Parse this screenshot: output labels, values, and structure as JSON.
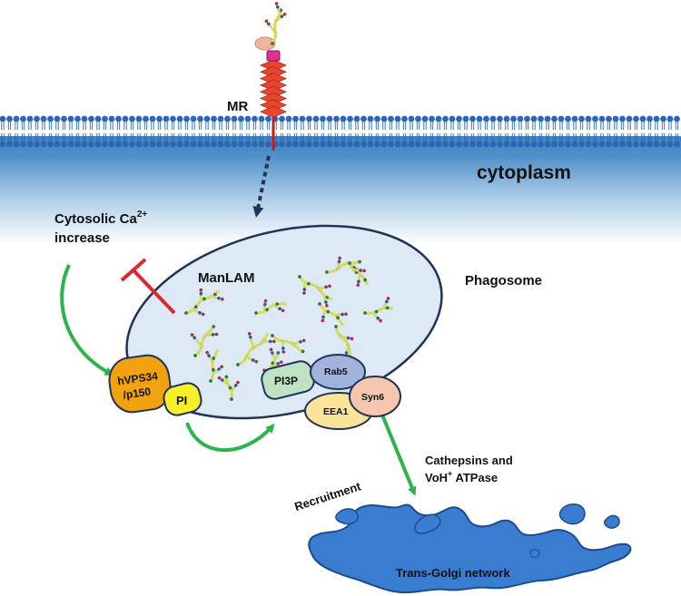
{
  "labels": {
    "receptor": "MR",
    "cytoplasm": "cytoplasm",
    "calcium_line1": "Cytosolic Ca",
    "calcium_superscript": "2+",
    "calcium_line2": "increase",
    "manlam": "ManLAM",
    "phagosome": "Phagosome",
    "hvps34_line1": "hVPS34",
    "hvps34_line2": "/p150",
    "pi": "PI",
    "pi3p": "PI3P",
    "rab5": "Rab5",
    "eea1": "EEA1",
    "syn6": "Syn6",
    "recruitment": "Recruitment",
    "cathepsins_line1": "Cathepsins and",
    "cathepsins_line2_a": "VoH",
    "cathepsins_superscript": "+",
    "cathepsins_line2_b": " ATPase",
    "golgi": "Trans-Golgi network"
  },
  "colors": {
    "membrane_lipid": "#2a66b3",
    "cytoplasm_top": "#3e82bf",
    "cytoplasm_bottom": "#ffffff",
    "phagosome_fill": "#dde9f5",
    "phagosome_stroke": "#1f3457",
    "receptor": "#e9452e",
    "receptor_stalk": "#cc1a1a",
    "dotted_arrow": "#1f3457",
    "inhibit": "#e3262c",
    "green_arrow": "#2db54c",
    "hvps34": "#f2a20f",
    "pi": "#f6ef2a",
    "pi3p": "#bfe3c2",
    "rab5": "#9fb3dc",
    "eea1": "#fbe39a",
    "syn6": "#f6c7ae",
    "golgi": "#3a7cd0"
  },
  "icons": [
    "glycan-chain-icon",
    "receptor-icon",
    "membrane-icon",
    "golgi-network-icon"
  ]
}
